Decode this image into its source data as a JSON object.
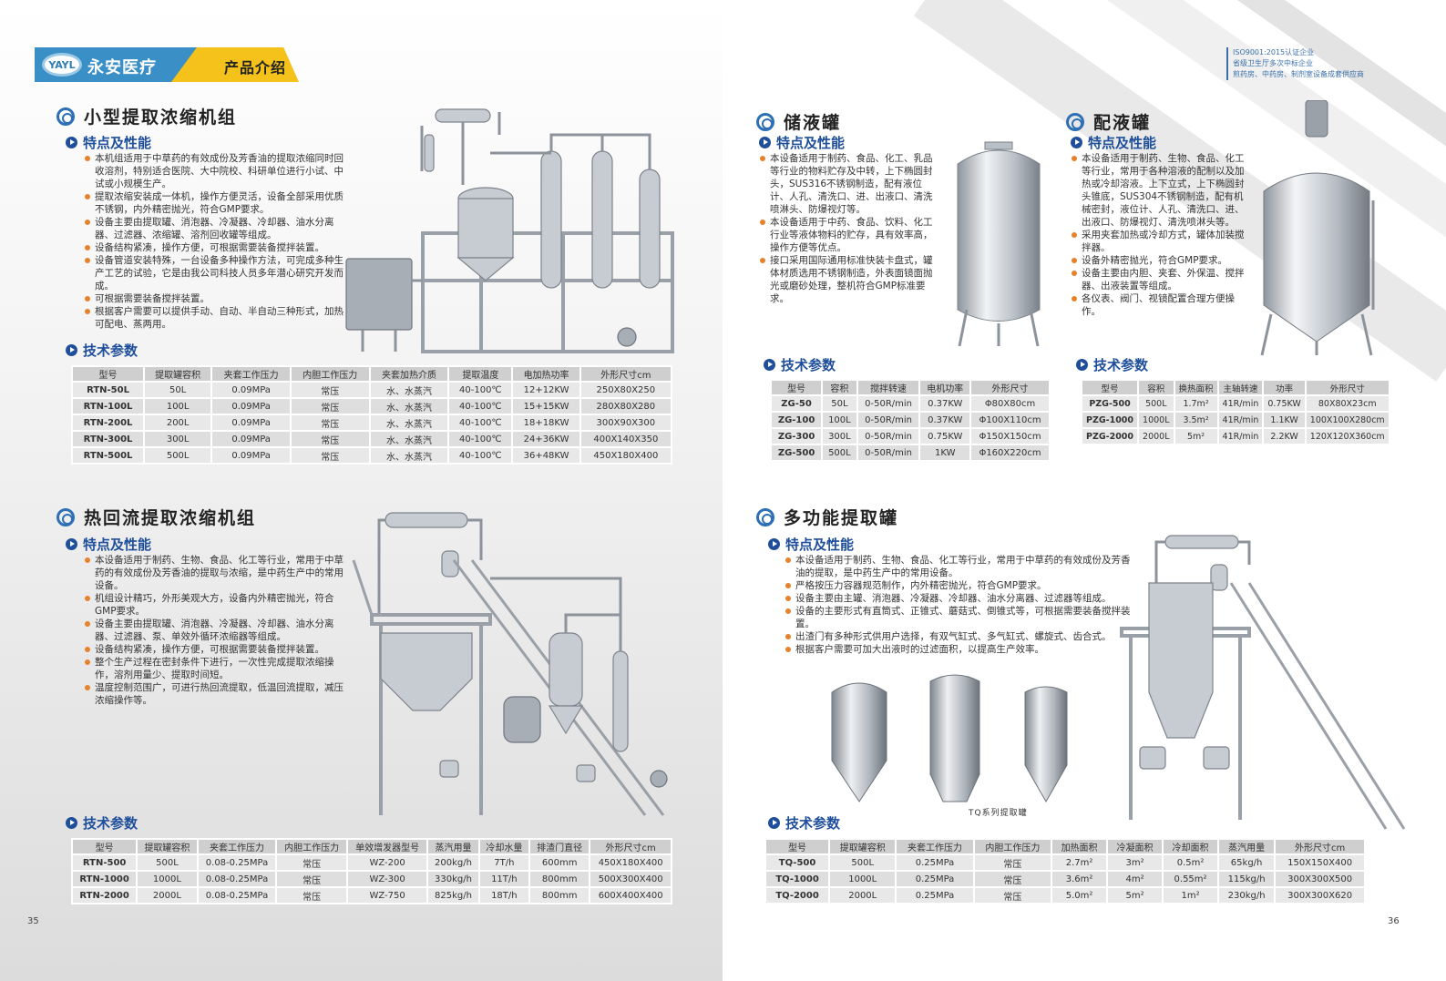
{
  "brand": {
    "logo_text": "YAYL",
    "name": "永安医疗",
    "subtitle": "产品介绍"
  },
  "certs": [
    "ISO9001:2015认证企业",
    "省级卫生厅多次中标企业",
    "煎药房、中药房、制剂室设备成套供应商"
  ],
  "sections": {
    "small_extractor": {
      "title": "小型提取浓缩机组",
      "features_title": "特点及性能",
      "features": [
        "本机组适用于中草药的有效成份及芳香油的提取浓缩同时回收溶剂，特别适合医院、大中院校、科研单位进行小试、中试或小规模生产。",
        "提取浓缩安装成一体机，操作方便灵活，设备全部采用优质不锈钢，内外精密抛光，符合GMP要求。",
        "设备主要由提取罐、消泡器、冷凝器、冷却器、油水分离器、过滤器、浓缩罐、溶剂回收罐等组成。",
        "设备结构紧凑，操作方便，可根据需要装备搅拌装置。",
        "设备管道安装特殊，一台设备多种操作方法，可完成多种生产工艺的试验，它是由我公司科技人员多年潜心研究开发而成。",
        "可根据需要装备搅拌装置。",
        "根据客户需要可以提供手动、自动、半自动三种形式，加热可配电、蒸两用。"
      ],
      "params_title": "技术参数",
      "headers": [
        "型号",
        "提取罐容积",
        "夹套工作压力",
        "内胆工作压力",
        "夹套加热介质",
        "提取温度",
        "电加热功率",
        "外形尺寸cm"
      ],
      "rows": [
        [
          "RTN-50L",
          "50L",
          "0.09MPa",
          "常压",
          "水、水蒸汽",
          "40-100℃",
          "12+12KW",
          "250X80X250"
        ],
        [
          "RTN-100L",
          "100L",
          "0.09MPa",
          "常压",
          "水、水蒸汽",
          "40-100℃",
          "15+15KW",
          "280X80X280"
        ],
        [
          "RTN-200L",
          "200L",
          "0.09MPa",
          "常压",
          "水、水蒸汽",
          "40-100℃",
          "18+18KW",
          "300X90X300"
        ],
        [
          "RTN-300L",
          "300L",
          "0.09MPa",
          "常压",
          "水、水蒸汽",
          "40-100℃",
          "24+36KW",
          "400X140X350"
        ],
        [
          "RTN-500L",
          "500L",
          "0.09MPa",
          "常压",
          "水、水蒸汽",
          "40-100℃",
          "36+48KW",
          "450X180X400"
        ]
      ]
    },
    "reflux": {
      "title": "热回流提取浓缩机组",
      "features_title": "特点及性能",
      "features": [
        "本设备适用于制药、生物、食品、化工等行业，常用于中草药的有效成份及芳香油的提取与浓缩，是中药生产中的常用设备。",
        "机组设计精巧，外形美观大方，设备内外精密抛光，符合GMP要求。",
        "设备主要由提取罐、消泡器、冷凝器、冷却器、油水分离器、过滤器、泵、单效外循环浓缩器等组成。",
        "设备结构紧凑，操作方便，可根据需要装备搅拌装置。",
        "整个生产过程在密封条件下进行，一次性完成提取浓缩操作，溶剂用量少、提取时间短。",
        "温度控制范围广，可进行热回流提取，低温回流提取，减压浓缩操作等。"
      ],
      "params_title": "技术参数",
      "headers": [
        "型号",
        "提取罐容积",
        "夹套工作压力",
        "内胆工作压力",
        "单效增发器型号",
        "蒸汽用量",
        "冷却水量",
        "排渣门直径",
        "外形尺寸cm"
      ],
      "rows": [
        [
          "RTN-500",
          "500L",
          "0.08-0.25MPa",
          "常压",
          "WZ-200",
          "200kg/h",
          "7T/h",
          "600mm",
          "450X180X400"
        ],
        [
          "RTN-1000",
          "1000L",
          "0.08-0.25MPa",
          "常压",
          "WZ-300",
          "330kg/h",
          "11T/h",
          "800mm",
          "500X300X400"
        ],
        [
          "RTN-2000",
          "2000L",
          "0.08-0.25MPa",
          "常压",
          "WZ-750",
          "825kg/h",
          "18T/h",
          "800mm",
          "600X400X400"
        ]
      ]
    },
    "storage": {
      "title": "储液罐",
      "features_title": "特点及性能",
      "features": [
        "本设备适用于制药、食品、化工、乳品等行业的物料贮存及中转，上下椭圆封头，SUS316不锈钢制造，配有液位计、人孔、清洗口、进、出液口、清洗喷淋头、防爆视灯等。",
        "本设备适用于中药、食品、饮料、化工行业等液体物料的贮存，具有效率高，操作方便等优点。",
        "接口采用国际通用标准快装卡盘式，罐体材质选用不锈钢制造，外表面镜面抛光或磨砂处理，整机符合GMP标准要求。"
      ],
      "params_title": "技术参数",
      "headers": [
        "型号",
        "容积",
        "搅拌转速",
        "电机功率",
        "外形尺寸"
      ],
      "rows": [
        [
          "ZG-50",
          "50L",
          "0-50R/min",
          "0.37KW",
          "Φ80X80cm"
        ],
        [
          "ZG-100",
          "100L",
          "0-50R/min",
          "0.37KW",
          "Φ100X110cm"
        ],
        [
          "ZG-300",
          "300L",
          "0-50R/min",
          "0.75KW",
          "Φ150X150cm"
        ],
        [
          "ZG-500",
          "500L",
          "0-50R/min",
          "1KW",
          "Φ160X220cm"
        ]
      ]
    },
    "mixing": {
      "title": "配液罐",
      "features_title": "特点及性能",
      "features": [
        "本设备适用于制药、生物、食品、化工等行业，常用于各种溶液的配制以及加热或冷却溶液。上下立式，上下椭圆封头锥底，SUS304不锈钢制造，配有机械密封，液位计、人孔、清洗口、进、出液口、防爆视灯、清洗喷淋头等。",
        "采用夹套加热或冷却方式，罐体加装搅拌器。",
        "设备外精密抛光，符合GMP要求。",
        "设备主要由内胆、夹套、外保温、搅拌器、出液装置等组成。",
        "各仪表、阀门、视镜配置合理方便操作。"
      ],
      "params_title": "技术参数",
      "headers": [
        "型号",
        "容积",
        "换热面积",
        "主轴转速",
        "功率",
        "外形尺寸"
      ],
      "rows": [
        [
          "PZG-500",
          "500L",
          "1.7m²",
          "41R/min",
          "0.75KW",
          "80X80X23cm"
        ],
        [
          "PZG-1000",
          "1000L",
          "3.5m²",
          "41R/min",
          "1.1KW",
          "100X100X280cm"
        ],
        [
          "PZG-2000",
          "2000L",
          "5m²",
          "41R/min",
          "2.2KW",
          "120X120X360cm"
        ]
      ]
    },
    "multi": {
      "title": "多功能提取罐",
      "features_title": "特点及性能",
      "features": [
        "本设备适用于制药、生物、食品、化工等行业，常用于中草药的有效成份及芳香油的提取，是中药生产中的常用设备。",
        "严格按压力容器规范制作，内外精密抛光，符合GMP要求。",
        "设备主要由主罐、消泡器、冷凝器、冷却器、油水分离器、过滤器等组成。",
        "设备的主要形式有直筒式、正锥式、蘑菇式、倒锥式等，可根据需要装备搅拌装置。",
        "出渣门有多种形式供用户选择，有双气缸式、多气缸式、螺旋式、齿合式。",
        "根据客户需要可加大出液时的过滤面积，以提高生产效率。"
      ],
      "caption": "TQ系列提取罐",
      "params_title": "技术参数",
      "headers": [
        "型号",
        "提取罐容积",
        "夹套工作压力",
        "内胆工作压力",
        "加热面积",
        "冷凝面积",
        "冷却面积",
        "蒸汽用量",
        "外形尺寸cm"
      ],
      "rows": [
        [
          "TQ-500",
          "500L",
          "0.25MPa",
          "常压",
          "2.7m²",
          "3m²",
          "0.5m²",
          "65kg/h",
          "150X150X400"
        ],
        [
          "TQ-1000",
          "1000L",
          "0.25MPa",
          "常压",
          "3.6m²",
          "4m²",
          "0.55m²",
          "115kg/h",
          "300X300X500"
        ],
        [
          "TQ-2000",
          "2000L",
          "0.25MPa",
          "常压",
          "5.0m²",
          "5m²",
          "1m²",
          "230kg/h",
          "300X300X620"
        ]
      ]
    }
  },
  "page_numbers": {
    "left": "35",
    "right": "36"
  },
  "colors": {
    "brand_blue": "#3a8fc6",
    "brand_yellow": "#f4c21b",
    "heading_blue": "#1f4f9a",
    "bullet": "#e6822a"
  }
}
